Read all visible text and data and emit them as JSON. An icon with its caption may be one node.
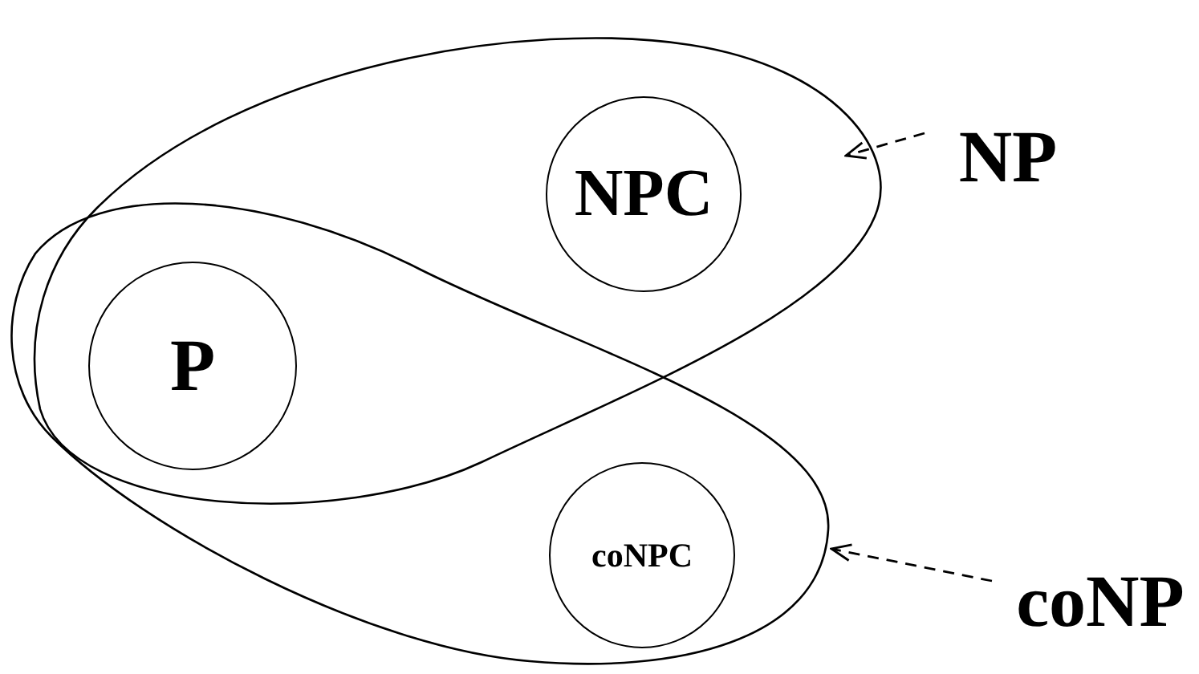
{
  "diagram": {
    "nodes": [
      {
        "text": [],
        "shape": "ellipse"
      },
      {
        "text": [],
        "shape": "ellipse"
      },
      {
        "text": [
          "P"
        ]
      },
      {
        "text": [
          "NPC"
        ],
        "in": 0
      },
      {
        "text": [
          "coNPC"
        ],
        "in": 1
      },
      {
        "text": [
          "NP"
        ]
      },
      {
        "text": [
          "coNP"
        ]
      }
    ],
    "edges": [
      {
        "from": 5,
        "to": 0,
        "arrow": "to",
        "style": "dashed"
      },
      {
        "from": 6,
        "to": 1,
        "arrow": "to",
        "style": "dashed"
      }
    ]
  }
}
